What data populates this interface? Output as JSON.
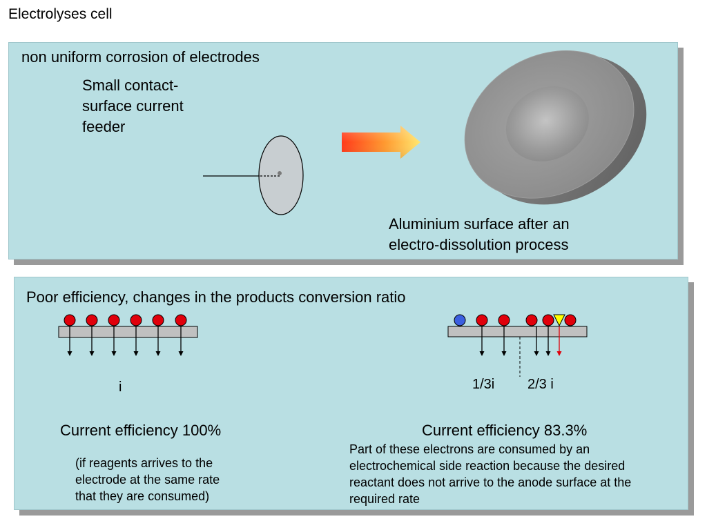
{
  "page_title": "Electrolyses cell",
  "panel_top": {
    "heading": "non uniform corrosion of electrodes",
    "feeder_label": [
      "Small contact-",
      "surface current",
      "feeder"
    ],
    "caption": [
      "Aluminium surface  after an",
      "electro-dissolution process"
    ]
  },
  "panel_bottom": {
    "heading": "Poor efficiency, changes in the products conversion ratio",
    "left": {
      "current_label": "i",
      "efficiency": "Current efficiency 100%",
      "note": [
        "(if reagents arrives to the",
        "electrode at the same rate",
        "that they are consumed)"
      ]
    },
    "right": {
      "current_label_a": "1/3i",
      "current_label_b": "2/3 i",
      "efficiency": "Current efficiency 83.3%",
      "note": [
        "Part of these electrons are consumed by an",
        "electrochemical side reaction because the desired",
        "reactant does not arrive to the anode surface at the",
        "required rate"
      ]
    }
  },
  "colors": {
    "panel_bg": "#b9dfe3",
    "reactant": "#e0000b",
    "side_reactant": "#3b5fe0",
    "product": "#ffff00",
    "side_current_arrow": "#e0000b"
  },
  "icons": [
    "arrow-gradient-icon",
    "electrode-disc-icon",
    "aluminium-disc-icon"
  ]
}
